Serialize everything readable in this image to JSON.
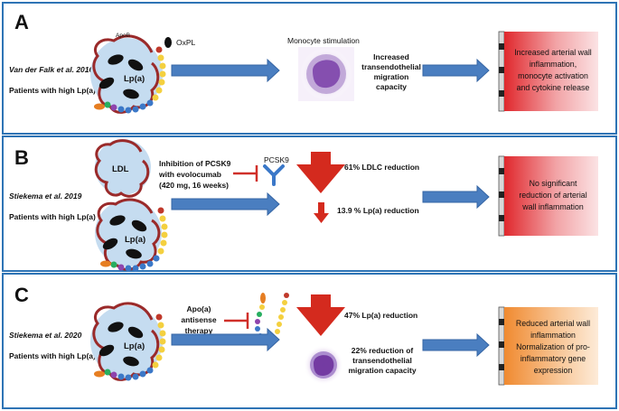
{
  "panels": [
    {
      "letter": "A",
      "citation": "Van der Falk et al. 2016",
      "population": "Patients with high Lp(a)",
      "particle_label": "Lp(a)",
      "apob_label": "ApoB",
      "oxpl_label": "OxPL",
      "cell_title": "Monocyte stimulation",
      "effect_lines": [
        "Increased",
        "transendothelial",
        "migration",
        "capacity"
      ],
      "outcome_lines": [
        "Increased arterial wall",
        "inflammation,",
        "monocyte activation",
        "and  cytokine release"
      ],
      "outcome_color": "#e0282d"
    },
    {
      "letter": "B",
      "citation": "Stiekema et al. 2019",
      "population": "Patients with high Lp(a)",
      "ldl_label": "LDL",
      "particle_label": "Lp(a)",
      "intervention_lines": [
        "Inhibition of PCSK9",
        "with evolocumab",
        "(420 mg, 16 weeks)"
      ],
      "target_label": "PCSK9",
      "reduction1": "61% LDLC reduction",
      "reduction2": "13.9 % Lp(a) reduction",
      "outcome_lines": [
        "No significant",
        "reduction of arterial",
        "wall inflammation"
      ],
      "outcome_color": "#e0282d"
    },
    {
      "letter": "C",
      "citation": "Stiekema et al. 2020",
      "population": "Patients with high Lp(a)",
      "particle_label": "Lp(a)",
      "intervention_lines": [
        "Apo(a)",
        "antisense",
        "therapy"
      ],
      "reduction1": "47% Lp(a) reduction",
      "effect_lines": [
        "22% reduction of",
        "transendothelial",
        "migration capacity"
      ],
      "outcome_lines": [
        "Reduced arterial wall",
        "inflammation",
        "Normalization of pro-",
        "inflammatory gene",
        "expression"
      ],
      "outcome_color": "#f08a30"
    }
  ],
  "colors": {
    "panel_border": "#2e74b5",
    "arrow_blue": "#4a7ec0",
    "red_arrow": "#d42a1e",
    "inhibit_red": "#d0302a",
    "particle_fill": "#c5dcf0",
    "loop_brown": "#9a2a2a",
    "pcsk9_blue": "#3b78c8",
    "monocyte_purple": "#7a3fa8"
  }
}
